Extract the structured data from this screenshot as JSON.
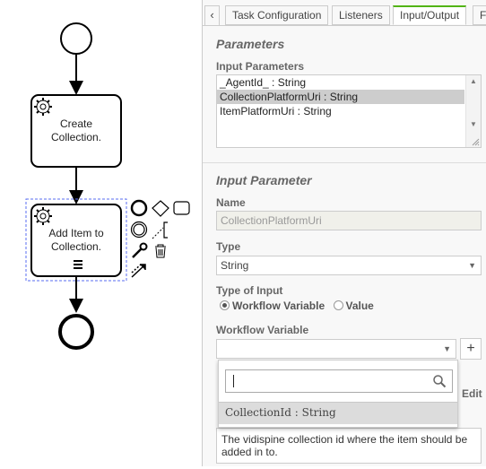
{
  "canvas": {
    "nodes": {
      "create_collection": {
        "line1": "Create",
        "line2": "Collection."
      },
      "add_item": {
        "line1": "Add Item to",
        "line2": "Collection."
      }
    }
  },
  "tabs": {
    "scroll_left": "‹",
    "items": [
      "Task Configuration",
      "Listeners",
      "Input/Output",
      "F"
    ],
    "active": "Input/Output"
  },
  "parameters": {
    "title": "Parameters",
    "input_parameters_label": "Input Parameters",
    "items": [
      "_AgentId_ : String",
      "CollectionPlatformUri : String",
      "ItemPlatformUri : String"
    ],
    "selected_index": 1
  },
  "input_parameter": {
    "title": "Input Parameter",
    "name_label": "Name",
    "name_value": "CollectionPlatformUri",
    "type_label": "Type",
    "type_value": "String",
    "type_of_input_label": "Type of Input",
    "radio_workflow_variable": "Workflow Variable",
    "radio_value": "Value",
    "selected_input_type": "Workflow Variable",
    "workflow_variable_label": "Workflow Variable",
    "workflow_variable_value": "",
    "add_button": "+",
    "edit_label": "Edit",
    "description": "The vidispine collection id where the item should be added in to."
  },
  "dropdown": {
    "search_value": "",
    "options": [
      "CollectionId : String"
    ]
  },
  "colors": {
    "active_tab_accent": "#52b415",
    "selected_row": "#cdcdcd",
    "panel_background": "#f8f8f8"
  }
}
